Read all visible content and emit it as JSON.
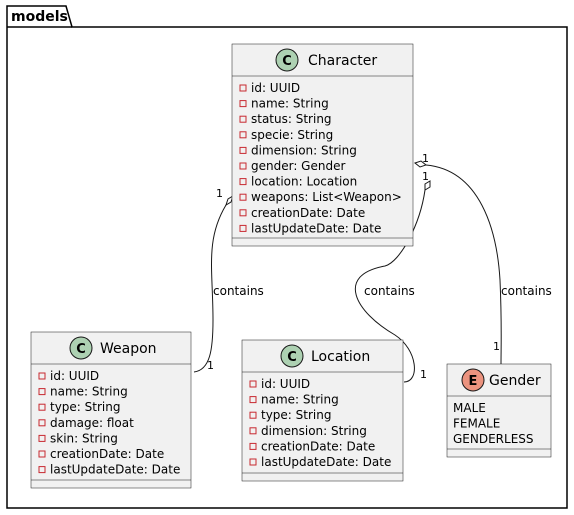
{
  "package": {
    "name": "models"
  },
  "classes": {
    "character": {
      "name": "Character",
      "stereotype": "C",
      "spot_color": "#add1b2",
      "attributes": [
        "id: UUID",
        "name: String",
        "status: String",
        "specie: String",
        "dimension: String",
        "gender: Gender",
        "location: Location",
        "weapons: List<Weapon>",
        "creationDate: Date",
        "lastUpdateDate: Date"
      ]
    },
    "weapon": {
      "name": "Weapon",
      "stereotype": "C",
      "spot_color": "#add1b2",
      "attributes": [
        "id: UUID",
        "name: String",
        "type: String",
        "damage: float",
        "skin: String",
        "creationDate: Date",
        "lastUpdateDate: Date"
      ]
    },
    "location": {
      "name": "Location",
      "stereotype": "C",
      "spot_color": "#add1b2",
      "attributes": [
        "id: UUID",
        "name: String",
        "type: String",
        "dimension: String",
        "creationDate: Date",
        "lastUpdateDate: Date"
      ]
    },
    "gender": {
      "name": "Gender",
      "stereotype": "E",
      "spot_color": "#eb937f",
      "values": [
        "MALE",
        "FEMALE",
        "GENDERLESS"
      ]
    }
  },
  "relations": [
    {
      "from": "Character",
      "to": "Weapon",
      "label": "contains",
      "from_multiplicity": "1",
      "to_multiplicity": "1"
    },
    {
      "from": "Character",
      "to": "Location",
      "label": "contains",
      "from_multiplicity": "1",
      "to_multiplicity": "1"
    },
    {
      "from": "Character",
      "to": "Gender",
      "label": "contains",
      "from_multiplicity": "1",
      "to_multiplicity": "1"
    }
  ]
}
